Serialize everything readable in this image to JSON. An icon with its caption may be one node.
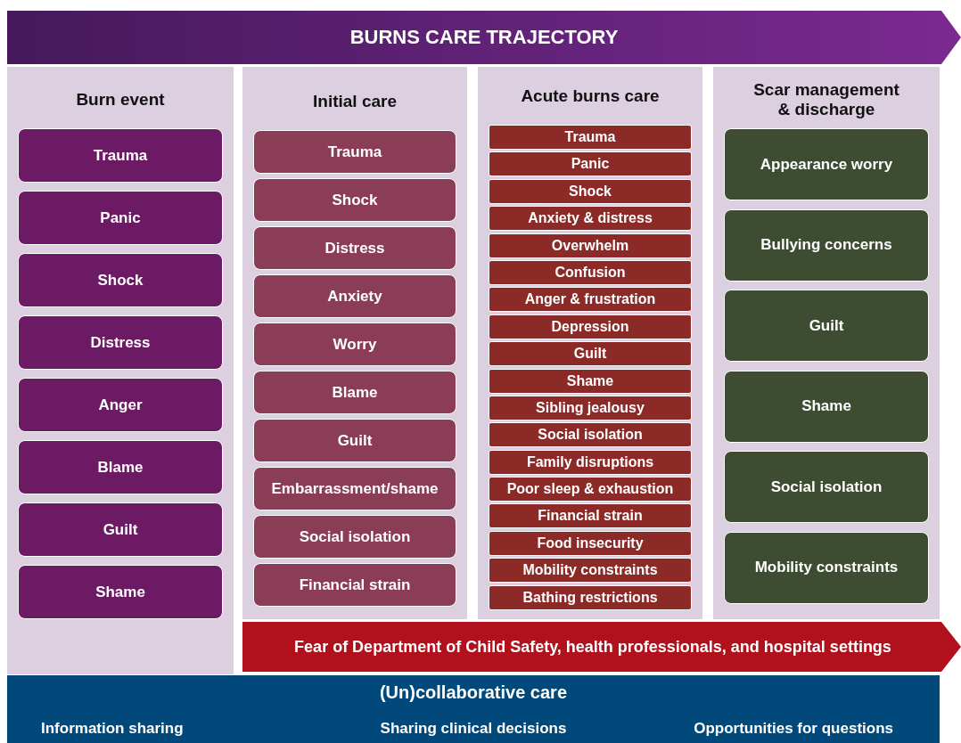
{
  "diagram": {
    "title": "BURNS CARE TRAJECTORY",
    "nodes": [
      {
        "text": [
          "Burn event"
        ]
      },
      {
        "text": [
          "Trauma"
        ],
        "in": 0
      },
      {
        "text": [
          "Panic"
        ],
        "in": 0
      },
      {
        "text": [
          "Shock"
        ],
        "in": 0
      },
      {
        "text": [
          "Distress"
        ],
        "in": 0
      },
      {
        "text": [
          "Anger"
        ],
        "in": 0
      },
      {
        "text": [
          "Blame"
        ],
        "in": 0
      },
      {
        "text": [
          "Guilt"
        ],
        "in": 0
      },
      {
        "text": [
          "Shame"
        ],
        "in": 0
      },
      {
        "text": [
          "Initial care"
        ]
      },
      {
        "text": [
          "Trauma"
        ],
        "in": 9
      },
      {
        "text": [
          "Shock"
        ],
        "in": 9
      },
      {
        "text": [
          "Distress"
        ],
        "in": 9
      },
      {
        "text": [
          "Anxiety"
        ],
        "in": 9
      },
      {
        "text": [
          "Worry"
        ],
        "in": 9
      },
      {
        "text": [
          "Blame"
        ],
        "in": 9
      },
      {
        "text": [
          "Guilt"
        ],
        "in": 9
      },
      {
        "text": [
          "Embarrassment/shame"
        ],
        "in": 9
      },
      {
        "text": [
          "Social isolation"
        ],
        "in": 9
      },
      {
        "text": [
          "Financial strain"
        ],
        "in": 9
      },
      {
        "text": [
          "Acute burns care"
        ]
      },
      {
        "text": [
          "Trauma"
        ],
        "in": 20
      },
      {
        "text": [
          "Panic"
        ],
        "in": 20
      },
      {
        "text": [
          "Shock"
        ],
        "in": 20
      },
      {
        "text": [
          "Anxiety & distress"
        ],
        "in": 20
      },
      {
        "text": [
          "Overwhelm"
        ],
        "in": 20
      },
      {
        "text": [
          "Confusion"
        ],
        "in": 20
      },
      {
        "text": [
          "Anger & frustration"
        ],
        "in": 20
      },
      {
        "text": [
          "Depression"
        ],
        "in": 20
      },
      {
        "text": [
          "Guilt"
        ],
        "in": 20
      },
      {
        "text": [
          "Shame"
        ],
        "in": 20
      },
      {
        "text": [
          "Sibling jealousy"
        ],
        "in": 20
      },
      {
        "text": [
          "Social isolation"
        ],
        "in": 20
      },
      {
        "text": [
          "Family disruptions"
        ],
        "in": 20
      },
      {
        "text": [
          "Poor sleep & exhaustion"
        ],
        "in": 20
      },
      {
        "text": [
          "Financial strain"
        ],
        "in": 20
      },
      {
        "text": [
          "Food insecurity"
        ],
        "in": 20
      },
      {
        "text": [
          "Mobility constraints"
        ],
        "in": 20
      },
      {
        "text": [
          "Bathing restrictions"
        ],
        "in": 20
      },
      {
        "text": [
          "Scar management & discharge"
        ]
      },
      {
        "text": [
          "Appearance worry"
        ],
        "in": 39
      },
      {
        "text": [
          "Bullying concerns"
        ],
        "in": 39
      },
      {
        "text": [
          "Guilt"
        ],
        "in": 39
      },
      {
        "text": [
          "Shame"
        ],
        "in": 39
      },
      {
        "text": [
          "Social isolation"
        ],
        "in": 39
      },
      {
        "text": [
          "Mobility constraints"
        ],
        "in": 39
      },
      {
        "text": [
          "Fear of Department of Child Safety, health professionals, and hospital settings"
        ]
      },
      {
        "text": [
          "(Un)collaborative care",
          "Information sharing",
          "Sharing clinical decisions",
          "Opportunities for questions"
        ]
      }
    ],
    "edges": []
  }
}
